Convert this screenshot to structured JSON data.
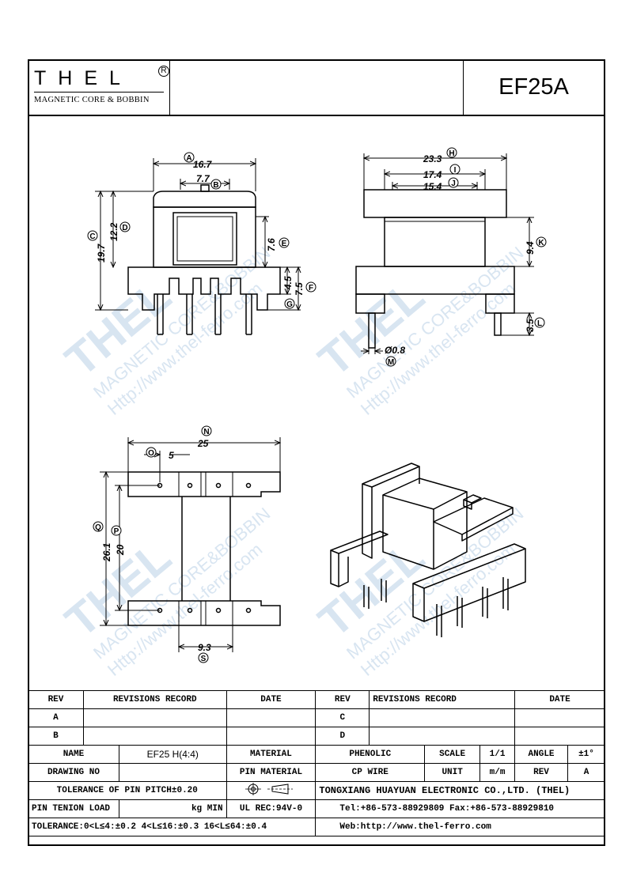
{
  "header": {
    "logo_text": "THEL",
    "logo_reg": "R",
    "logo_sub": "MAGNETIC CORE & BOBBIN",
    "part_title": "EF25A"
  },
  "dimensions": {
    "A": "16.7",
    "B": "7.7",
    "C": "19.7",
    "D": "12.2",
    "E": "7.6",
    "F": "7.5",
    "G": "4.5",
    "H": "23.3",
    "I": "17.4",
    "J": "15.4",
    "K": "9.4",
    "L": "3.5",
    "M": "Ø0.8",
    "N": "25",
    "O": "5",
    "P": "20",
    "Q": "26.1",
    "S": "9.3"
  },
  "labels": {
    "A": "A",
    "B": "B",
    "C": "C",
    "D": "D",
    "E": "E",
    "F": "F",
    "G": "G",
    "H": "H",
    "I": "I",
    "J": "J",
    "K": "K",
    "L": "L",
    "M": "M",
    "N": "N",
    "O": "O",
    "P": "P",
    "Q": "Q",
    "S": "S"
  },
  "watermark": {
    "line1": "MAGNETIC CORE&BOBBIN",
    "line2": "Http://www.thel-ferro.com"
  },
  "title_block": {
    "rev": "REV",
    "revisions_record": "REVISIONS RECORD",
    "date": "DATE",
    "rev_a": "A",
    "rev_b": "B",
    "rev_c": "C",
    "rev_d": "D",
    "name_label": "NAME",
    "name_value": "EF25 H(4:4)",
    "material_label": "MATERIAL",
    "material_value": "PHENOLIC",
    "scale_label": "SCALE",
    "scale_value": "1/1",
    "angle_label": "ANGLE",
    "angle_value": "±1°",
    "drawing_no_label": "DRAWING NO",
    "pin_material_label": "PIN MATERIAL",
    "pin_material_value": "CP WIRE",
    "unit_label": "UNIT",
    "unit_value": "m/m",
    "rev_label2": "REV",
    "rev_value2": "A",
    "tolerance_pitch": "TOLERANCE OF PIN PITCH±0.20",
    "company": "TONGXIANG HUAYUAN ELECTRONIC CO.,LTD. (THEL)",
    "pin_tension_label": "PIN TENION LOAD",
    "pin_tension_unit": "kg MIN",
    "ul_rec": "UL REC:94V-0",
    "tel": "Tel:+86-573-88929809 Fax:+86-573-88929810",
    "tolerance": "TOLERANCE:0<L≤4:±0.2  4<L≤16:±0.3  16<L≤64:±0.4",
    "web": "Web:http://www.thel-ferro.com"
  }
}
